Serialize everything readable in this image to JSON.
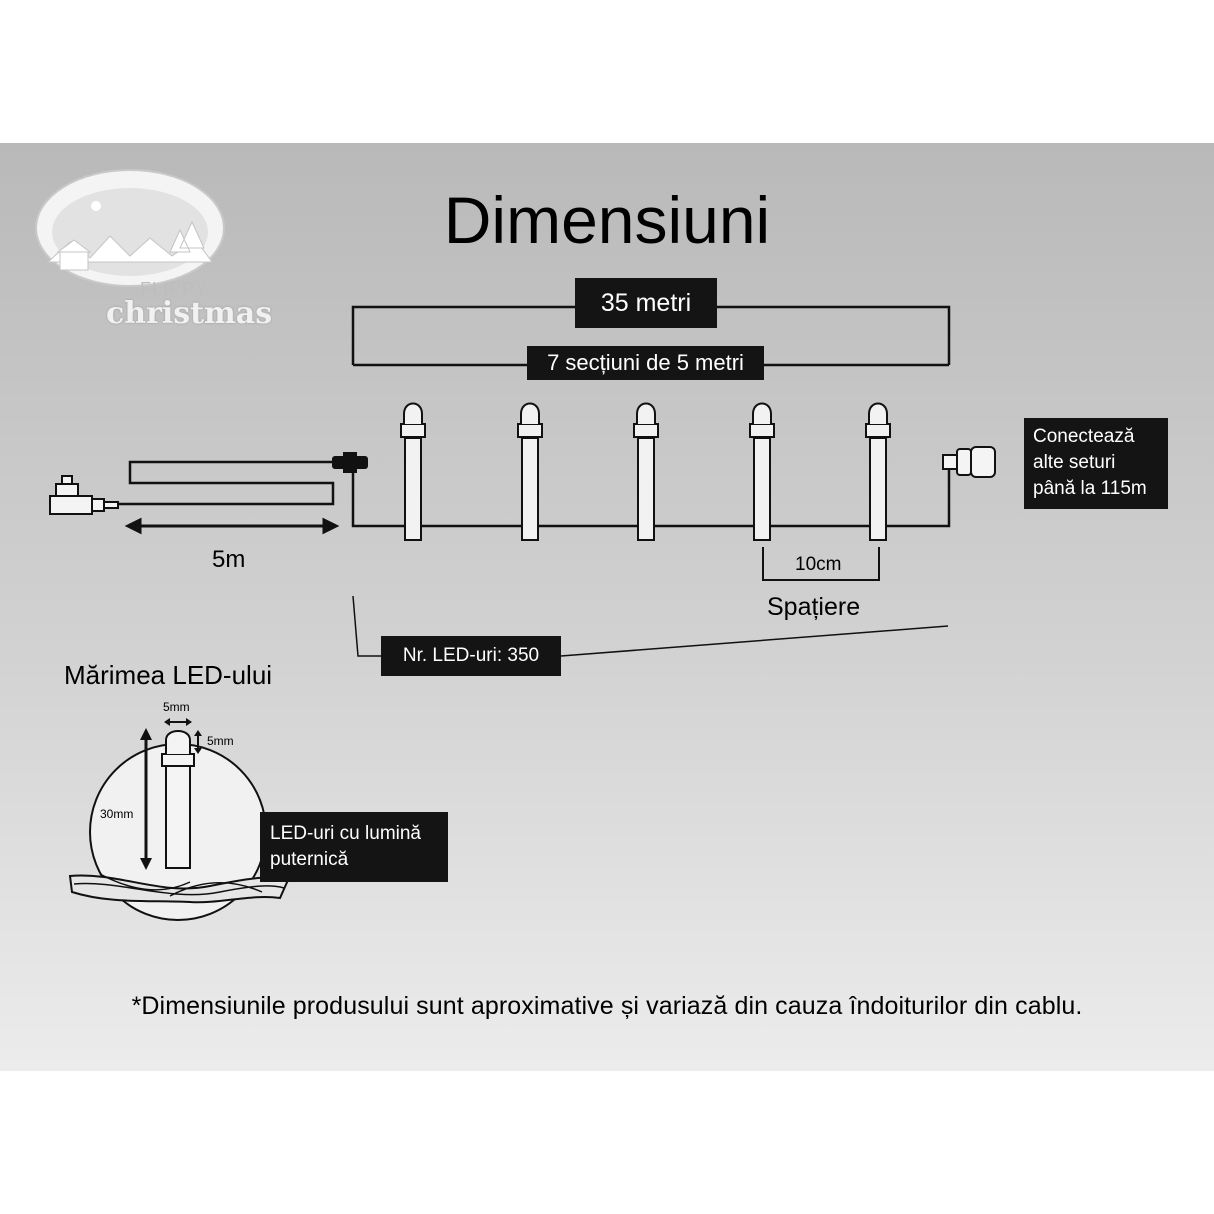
{
  "title": "Dimensiuni",
  "logo": {
    "line1": "FLIPPY",
    "line2": "christmas"
  },
  "labels": {
    "total_length": "35 metri",
    "sections": "7 secțiuni de 5 metri",
    "connect": [
      "Conectează",
      "alte seturi",
      "până la 115m"
    ],
    "lead_length": "5m",
    "spacing_value": "10cm",
    "spacing_label": "Spațiere",
    "led_count": "Nr. LED-uri: 350",
    "led_size_title": "Mărimea LED-ului",
    "led_width": "5mm",
    "led_head": "5mm",
    "led_height": "30mm",
    "bright": [
      "LED-uri cu lumină",
      "puternică"
    ]
  },
  "footnote": "*Dimensiunile produsului sunt aproximative și variază din cauza îndoiturilor din cablu.",
  "colors": {
    "panel_top": "#b9b9b9",
    "panel_bottom": "#ececec",
    "label_box": "#141414",
    "led_fill": "#f2f2f2"
  }
}
